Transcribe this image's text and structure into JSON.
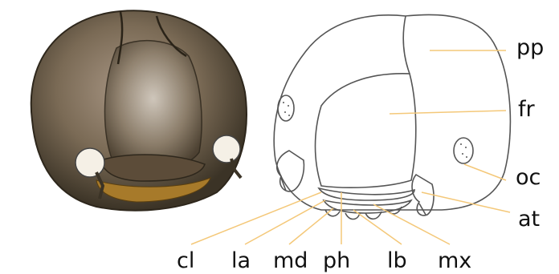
{
  "figure": {
    "labels": {
      "pp": "pp",
      "fr": "fr",
      "oc": "oc",
      "at": "at",
      "cl": "cl",
      "la": "la",
      "md": "md",
      "ph": "ph",
      "lb": "lb",
      "mx": "mx"
    },
    "colors": {
      "leader_line": "#f4c879",
      "outline": "#555555",
      "photo_dark": "#3b3326",
      "photo_mid": "#7a6a55",
      "photo_light": "#a89684",
      "mouthparts": "#a77a2a"
    }
  }
}
